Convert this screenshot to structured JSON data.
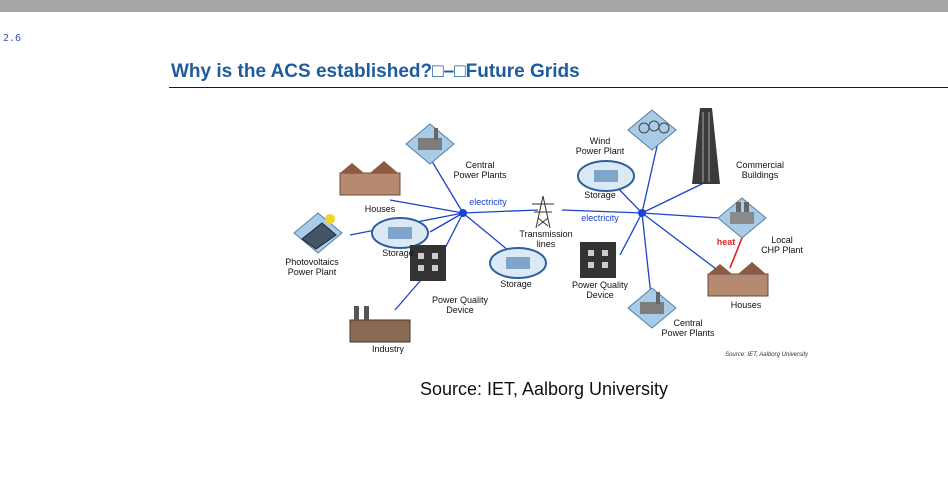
{
  "slide": {
    "number": "2.6"
  },
  "title": "Why is the ACS established?□–□Future Grids",
  "caption": "Source: IET, Aalborg University",
  "diagram": {
    "left_hub": {
      "link_label": "electricity",
      "nodes": {
        "central_power_plants": "Central\nPower Plants",
        "houses": "Houses",
        "photovoltaics": "Photovoltaics\nPower Plant",
        "storage_1": "Storage",
        "storage_2": "Storage",
        "power_quality_device": "Power Quality\nDevice",
        "industry": "Industry"
      }
    },
    "transmission_lines": "Transmission\nlines",
    "right_hub": {
      "link_label": "electricity",
      "nodes": {
        "wind_power_plant": "Wind\nPower Plant",
        "storage": "Storage",
        "commercial_buildings": "Commercial\nBuildings",
        "local_chp_plant": "Local\nCHP Plant",
        "heat": "heat",
        "houses": "Houses",
        "power_quality_device": "Power Quality\nDevice",
        "central_power_plants": "Central\nPower Plants"
      }
    },
    "source_note": "Source: IET, Aalborg University",
    "colors": {
      "link": "#1a44cc",
      "heat_link": "#dd2222",
      "tile": "#a8cce8",
      "label_blue": "#1a44cc"
    }
  }
}
